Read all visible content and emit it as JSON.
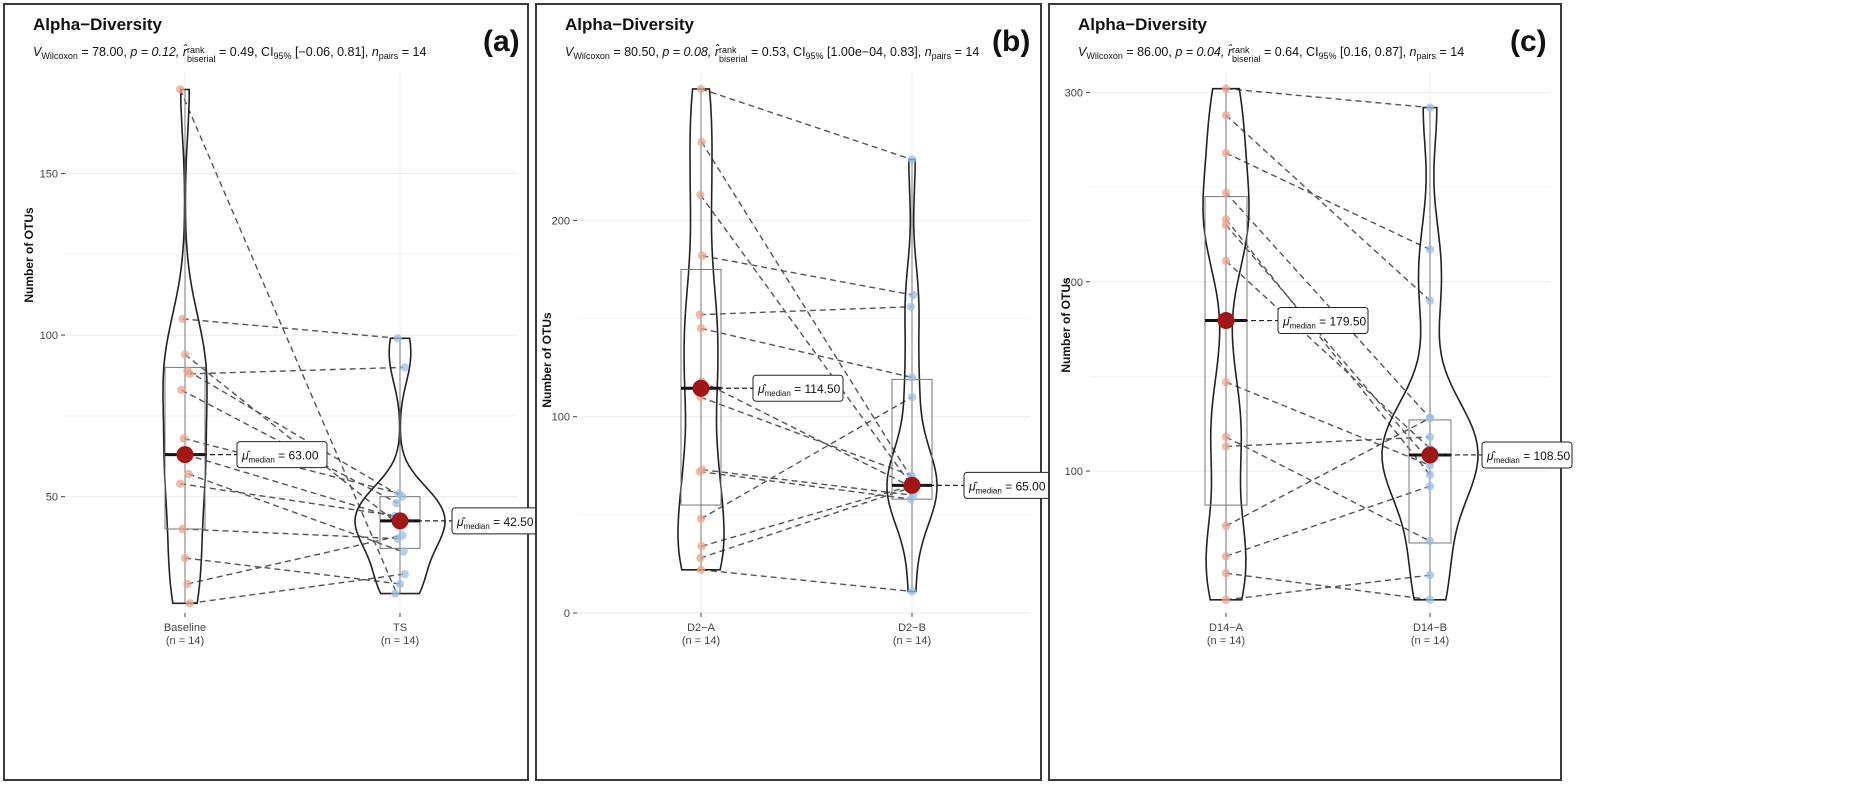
{
  "colors": {
    "baseline_point": "#e8a58c",
    "followup_point": "#9dbfe0",
    "median_dot": "#a11515",
    "grid": "#ebebeb"
  },
  "panels": [
    {
      "letter": "(a)",
      "title": "Alpha−Diversity",
      "stat": {
        "v_pre": "V",
        "v_sub": "Wilcoxon",
        "v_val": " = 78.00, ",
        "p": "p = 0.12, ",
        "r_sup": "rank",
        "r_sub": "biserial",
        "r_val": " = 0.49, ",
        "ci_sub": "95%",
        "ci_val": " [−0.06, 0.81], ",
        "n_sub": "pairs",
        "n_val": " = 14"
      }
    },
    {
      "letter": "(b)",
      "title": "Alpha−Diversity",
      "stat": {
        "v_pre": "V",
        "v_sub": "Wilcoxon",
        "v_val": " = 80.50, ",
        "p": "p = 0.08, ",
        "r_sup": "rank",
        "r_sub": "biserial",
        "r_val": " = 0.53, ",
        "ci_sub": "95%",
        "ci_val": " [1.00e−04, 0.83], ",
        "n_sub": "pairs",
        "n_val": " = 14"
      }
    },
    {
      "letter": "(c)",
      "title": "Alpha−Diversity",
      "stat": {
        "v_pre": "V",
        "v_sub": "Wilcoxon",
        "v_val": " = 86.00, ",
        "p": "p = 0.04, ",
        "r_sup": "rank",
        "r_sub": "biserial",
        "r_val": " = 0.64, ",
        "ci_sub": "95%",
        "ci_val": " [0.16, 0.87], ",
        "n_sub": "pairs",
        "n_val": " = 14"
      }
    }
  ],
  "chart_data": [
    {
      "type": "violin",
      "ylabel": "Number of OTUs",
      "ylim": [
        14,
        178
      ],
      "yticks": [
        50,
        100,
        150
      ],
      "groups": [
        {
          "label": "Baseline",
          "n_label": "(n = 14)",
          "median": 63.0,
          "median_label": "63.00",
          "q1": 40,
          "q3": 90,
          "min": 17,
          "max": 176,
          "values": [
            176,
            105,
            94,
            89,
            88,
            83,
            68,
            63,
            57,
            54,
            40,
            31,
            23,
            17
          ]
        },
        {
          "label": "TS",
          "n_label": "(n = 14)",
          "median": 42.5,
          "median_label": "42.50",
          "q1": 34,
          "q3": 50,
          "min": 20,
          "max": 99,
          "values": [
            20,
            99,
            41,
            50,
            90,
            48,
            51,
            43,
            33,
            44,
            37,
            23,
            38,
            26
          ]
        }
      ]
    },
    {
      "type": "violin",
      "ylabel": "Number of OTUs",
      "ylim": [
        0,
        270
      ],
      "yticks": [
        0,
        100,
        200
      ],
      "groups": [
        {
          "label": "D2−A",
          "n_label": "(n = 14)",
          "median": 114.5,
          "median_label": "114.50",
          "q1": 55,
          "q3": 175,
          "min": 22,
          "max": 267,
          "values": [
            267,
            240,
            213,
            182,
            152,
            145,
            118,
            110,
            73,
            72,
            48,
            34,
            28,
            22
          ]
        },
        {
          "label": "D2−B",
          "n_label": "(n = 14)",
          "median": 65.0,
          "median_label": "65.00",
          "q1": 58,
          "q3": 119,
          "min": 11,
          "max": 231,
          "values": [
            231,
            68,
            65,
            162,
            156,
            120,
            64,
            70,
            60,
            58,
            110,
            65,
            64,
            11
          ]
        }
      ]
    },
    {
      "type": "violin",
      "ylabel": "Number of OTUs",
      "ylim": [
        25,
        305
      ],
      "yticks": [
        100,
        200,
        300
      ],
      "groups": [
        {
          "label": "D14−A",
          "n_label": "(n = 14)",
          "median": 179.5,
          "median_label": "179.50",
          "q1": 82,
          "q3": 245,
          "min": 32,
          "max": 302,
          "values": [
            302,
            288,
            268,
            247,
            233,
            230,
            211,
            147,
            118,
            113,
            71,
            55,
            46,
            32
          ]
        },
        {
          "label": "D14−B",
          "n_label": "(n = 14)",
          "median": 108.5,
          "median_label": "108.50",
          "q1": 62,
          "q3": 127,
          "min": 32,
          "max": 292,
          "values": [
            292,
            190,
            217,
            128,
            98,
            105,
            112,
            103,
            63,
            118,
            128,
            92,
            32,
            45
          ]
        }
      ]
    }
  ]
}
